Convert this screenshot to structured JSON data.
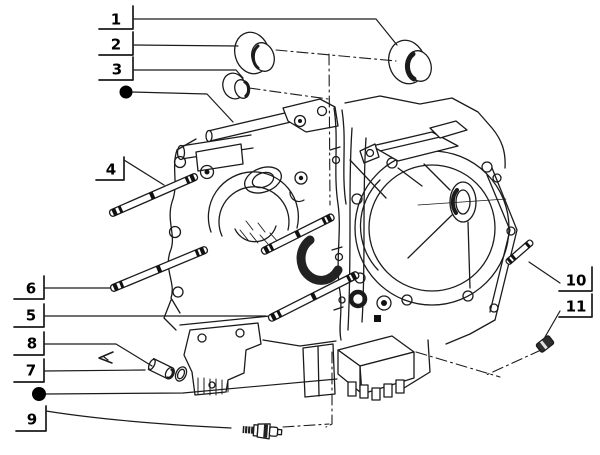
{
  "diagram": {
    "background_color": "#ffffff",
    "line_color": "#1b1b1b",
    "text_color": "#000000",
    "callouts": [
      {
        "label": "1"
      },
      {
        "label": "2"
      },
      {
        "label": "3"
      },
      {
        "label": "4"
      },
      {
        "label": "5"
      },
      {
        "label": "6"
      },
      {
        "label": "7"
      },
      {
        "label": "8"
      },
      {
        "label": "9"
      },
      {
        "label": "10"
      },
      {
        "label": "11"
      }
    ],
    "markers": [
      {
        "name": "filled-dot-top"
      },
      {
        "name": "filled-dot-bottom"
      }
    ]
  }
}
